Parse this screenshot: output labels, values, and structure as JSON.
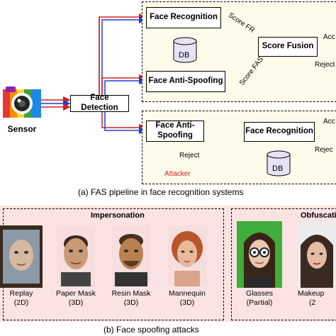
{
  "pipeline": {
    "sensor_label": "Sensor",
    "face_detection": "Face Detection",
    "top_group": {
      "face_recognition": "Face Recognition",
      "db": "DB",
      "face_anti_spoofing": "Face Anti-Spoofing",
      "score_fusion": "Score Fusion",
      "score_fr": "Score FR",
      "score_fas": "Score FAS",
      "accept": "Acc",
      "reject": "Reject"
    },
    "bottom_group": {
      "face_anti_spoofing": "Face Anti-Spoofing",
      "face_recognition": "Face Recognition",
      "db": "DB",
      "reject": "Reject",
      "attacker": "Attacker",
      "accept": "Acc",
      "reject_right": "Rejec"
    },
    "caption": "(a) FAS pipeline in face recognition systems"
  },
  "attacks": {
    "impersonation_title": "Impersonation",
    "obfuscation_title": "Obfuscatio",
    "items": [
      {
        "line1": "Replay",
        "line2": "(2D)"
      },
      {
        "line1": "Paper Mask",
        "line2": "(3D)"
      },
      {
        "line1": "Resin Mask",
        "line2": "(3D)"
      },
      {
        "line1": "Mannequin",
        "line2": "(3D)"
      },
      {
        "line1": "Glasses",
        "line2": "(Partial)"
      },
      {
        "line1": "Makeup",
        "line2": "(2"
      }
    ],
    "caption": "(b) Face spoofing attacks"
  },
  "colors": {
    "red_arrow": "#d42020",
    "blue_arrow": "#1f3fd6",
    "group_fill": "#fdfbe9",
    "attack_bg": "#fbe3e3",
    "attacker_text": "#d42020"
  }
}
